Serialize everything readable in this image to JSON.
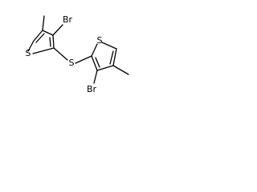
{
  "molecule": {
    "atoms": {
      "s_ring_left": "S",
      "br_left": "Br",
      "s_bridge": "S",
      "s_ring_right": "S",
      "br_right": "Br"
    },
    "colors": {
      "bond": "#000000",
      "text": "#000000",
      "background": "#ffffff"
    }
  }
}
